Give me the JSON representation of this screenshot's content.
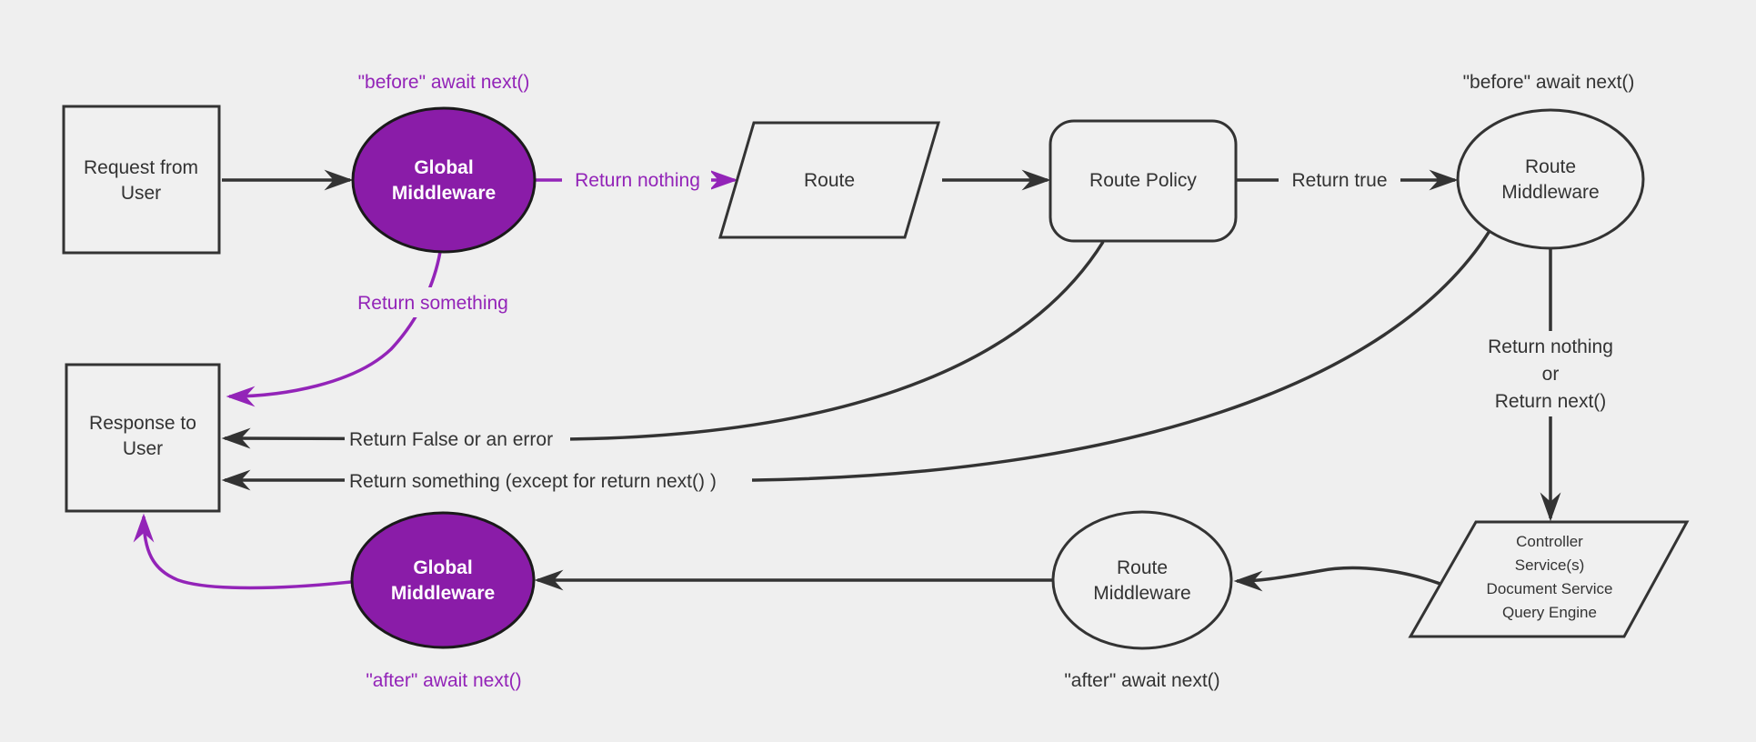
{
  "diagram": {
    "background": "#efefef",
    "colors": {
      "node_fill": "#f0f0f0",
      "node_stroke": "#333333",
      "text": "#333333",
      "purple_fill": "#8a1ca8",
      "purple_accent": "#9324b8",
      "white_text": "#ffffff"
    },
    "nodes": {
      "request": {
        "line1": "Request from",
        "line2": "User"
      },
      "global_middleware_top": {
        "line1": "Global",
        "line2": "Middleware"
      },
      "route": {
        "label": "Route"
      },
      "route_policy": {
        "label": "Route Policy"
      },
      "route_middleware_top": {
        "line1": "Route",
        "line2": "Middleware"
      },
      "controller": {
        "line1": "Controller",
        "line2": "Service(s)",
        "line3": "Document Service",
        "line4": "Query Engine"
      },
      "route_middleware_bottom": {
        "line1": "Route",
        "line2": "Middleware"
      },
      "global_middleware_bottom": {
        "line1": "Global",
        "line2": "Middleware"
      },
      "response": {
        "line1": "Response to",
        "line2": "User"
      }
    },
    "labels": {
      "before_await_next_global": "\"before\" await next()",
      "return_nothing": "Return nothing",
      "return_something": "Return something",
      "before_await_next_route": "\"before\" await next()",
      "return_true": "Return true",
      "return_nothing_or": {
        "line1": "Return nothing",
        "line2": "or",
        "line3": "Return next()"
      },
      "return_false_or_error": "Return False or an error",
      "return_something_except": "Return something (except for return next() )",
      "after_await_next_route": "\"after\" await next()",
      "after_await_next_global": "\"after\" await next()"
    }
  }
}
